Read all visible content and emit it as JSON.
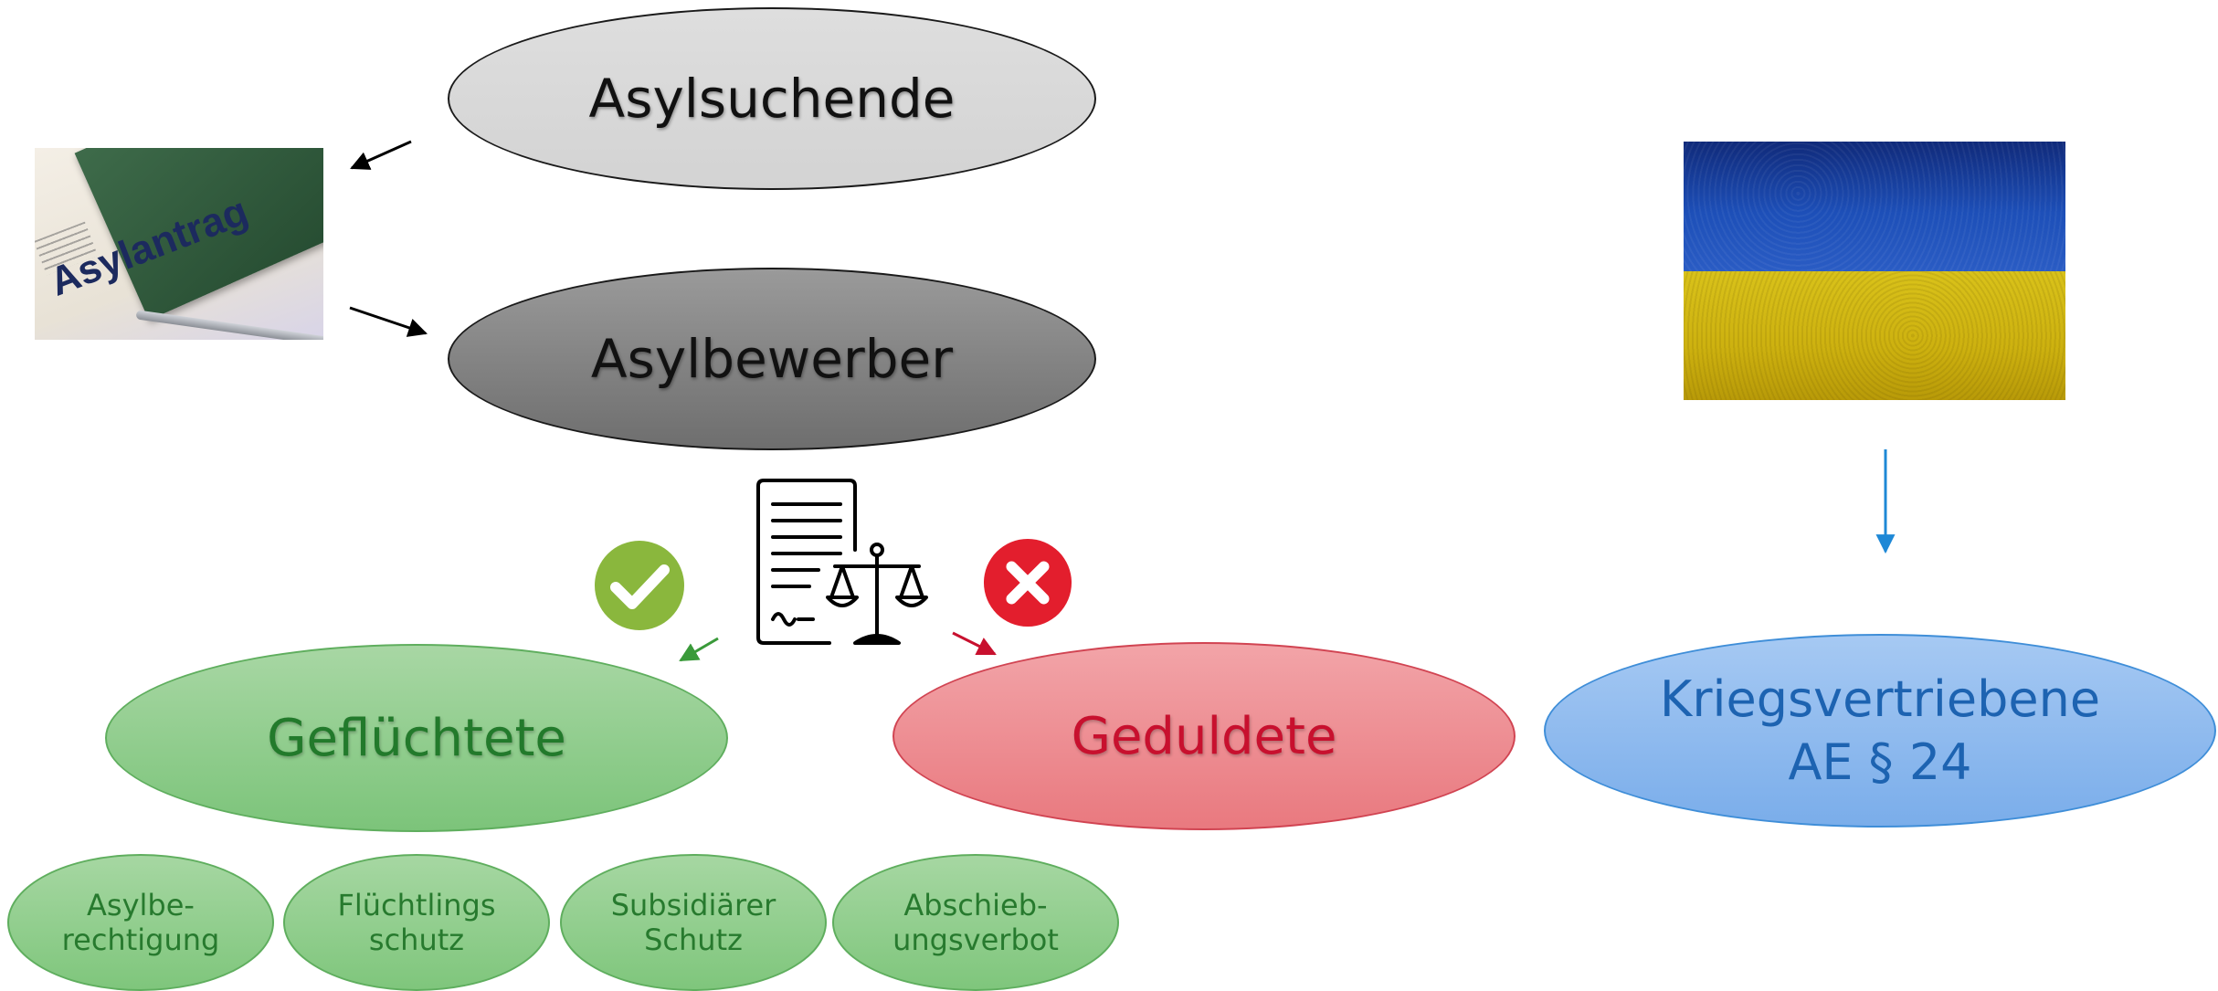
{
  "nodes": {
    "asylsuchende": "Asylsuchende",
    "asylbewerber": "Asylbewerber",
    "gefluechtete": "Geflüchtete",
    "geduldete": "Geduldete",
    "kriegsvertriebene_line1": "Kriegsvertriebene",
    "kriegsvertriebene_line2": "AE § 24"
  },
  "protection_types": [
    {
      "line1": "Asylbe-",
      "line2": "rechtigung"
    },
    {
      "line1": "Flüchtlings",
      "line2": "schutz"
    },
    {
      "line1": "Subsidiärer",
      "line2": "Schutz"
    },
    {
      "line1": "Abschieb-",
      "line2": "ungsverbot"
    }
  ],
  "photo": {
    "text": "Asylantrag"
  },
  "colors": {
    "approved": "#8ab73d",
    "rejected": "#e31e2d",
    "arrow_approved": "#3a9a3a",
    "arrow_rejected": "#c8102e",
    "arrow_flag": "#1e88d6",
    "flag_blue": "#1d4fb8",
    "flag_yellow": "#d4b817"
  },
  "icons": {
    "approved": "check-icon",
    "rejected": "cross-icon",
    "decision": "document-scales-icon",
    "flag": "ukraine-flag"
  }
}
